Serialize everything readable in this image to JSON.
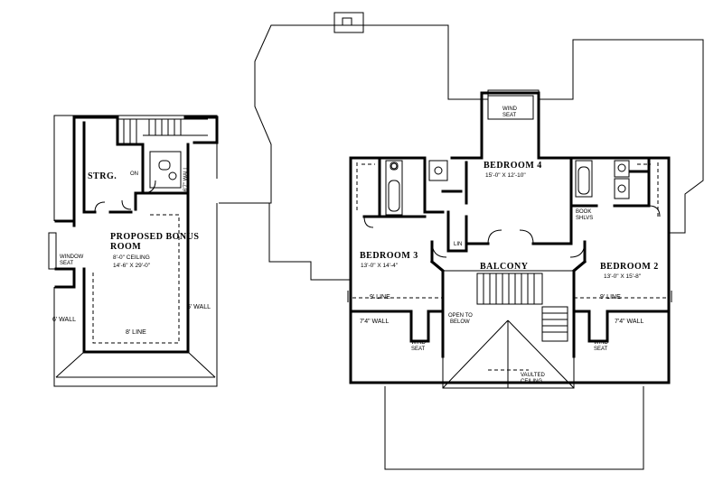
{
  "bonus": {
    "title_line1": "PROPOSED BONUS",
    "title_line2": "ROOM",
    "ceiling": "8'-0\" CEILING",
    "size": "14'-6\" X 29'-0\"",
    "storage": "STRG.",
    "window_seat_1": "WINDOW",
    "window_seat_2": "SEAT",
    "wall_6ft": "6' WALL",
    "wall_6ft_right": "6' WALL",
    "line_8ft": "8' LINE",
    "wall_67": "6'7\" WALL",
    "on": "ON"
  },
  "upper": {
    "bedroom4": {
      "name": "BEDROOM 4",
      "size": "15'-0\" X 12'-10\""
    },
    "bedroom3": {
      "name": "BEDROOM 3",
      "size": "13'-0\" X 14'-4\""
    },
    "bedroom2": {
      "name": "BEDROOM 2",
      "size": "13'-0\" X 15'-8\""
    },
    "balcony": "BALCONY",
    "lin": "LIN",
    "book_1": "BOOK",
    "book_2": "SHLVS",
    "window_seat_top_1": "WIND",
    "window_seat_top_2": "SEAT",
    "window_seat_left_1": "WIND",
    "window_seat_left_2": "SEAT",
    "window_seat_right_1": "WIND",
    "window_seat_right_2": "SEAT",
    "line_9ft_left": "9' LINE",
    "line_9ft_right": "9' LINE",
    "wall_74_left": "7'4\" WALL",
    "wall_74_right": "7'4\" WALL",
    "open_1": "OPEN TO",
    "open_2": "BELOW",
    "vaulted_1": "VAULTED",
    "vaulted_2": "CEILING"
  }
}
